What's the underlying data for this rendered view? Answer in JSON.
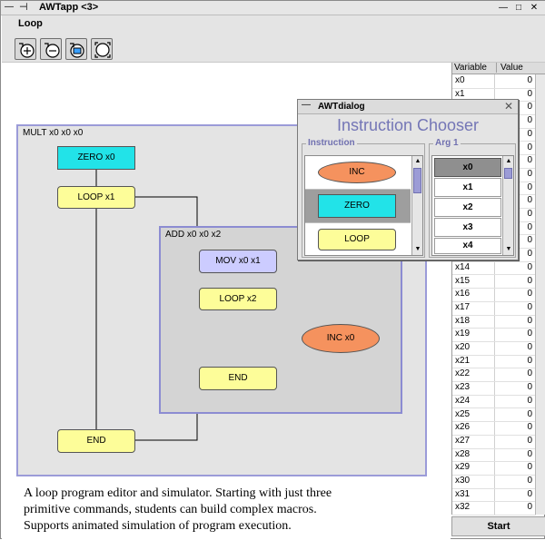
{
  "window": {
    "title": "AWTapp <3>",
    "menu_label": "Loop"
  },
  "toolbar": {
    "tools": [
      {
        "icon": "add-node-icon"
      },
      {
        "icon": "remove-node-icon"
      },
      {
        "icon": "edit-node-icon"
      },
      {
        "icon": "select-all-icon"
      }
    ]
  },
  "program": {
    "outer_block_label": "MULT x0 x0 x0",
    "inner_block_label": "ADD x0 x0 x2",
    "nodes": {
      "zero": "ZERO x0",
      "loop_outer": "LOOP x1",
      "end_outer": "END",
      "mov": "MOV x0 x1",
      "loop_inner": "LOOP x2",
      "inc": "INC x0",
      "end_inner": "END"
    },
    "colors": {
      "zero": "#22e3e8",
      "loop": "#fdfd99",
      "mov": "#ccccff",
      "inc": "#f5925e",
      "outer_block": "#e4e4e4",
      "inner_block": "#d4d4d4",
      "block_border": "#9b9bd8"
    }
  },
  "caption": {
    "line1": "A loop program editor and simulator. Starting with just three",
    "line2": "primitive commands, students can build complex macros.",
    "line3": "Supports animated simulation of program execution."
  },
  "variables": {
    "headers": {
      "name": "Variable",
      "value": "Value"
    },
    "rows": [
      {
        "name": "x0",
        "value": "0"
      },
      {
        "name": "x1",
        "value": "0"
      },
      {
        "name": "",
        "value": "0"
      },
      {
        "name": "",
        "value": "0"
      },
      {
        "name": "",
        "value": "0"
      },
      {
        "name": "",
        "value": "0"
      },
      {
        "name": "",
        "value": "0"
      },
      {
        "name": "",
        "value": "0"
      },
      {
        "name": "",
        "value": "0"
      },
      {
        "name": "",
        "value": "0"
      },
      {
        "name": "",
        "value": "0"
      },
      {
        "name": "",
        "value": "0"
      },
      {
        "name": "",
        "value": "0"
      },
      {
        "name": "",
        "value": "0"
      },
      {
        "name": "x14",
        "value": "0"
      },
      {
        "name": "x15",
        "value": "0"
      },
      {
        "name": "x16",
        "value": "0"
      },
      {
        "name": "x17",
        "value": "0"
      },
      {
        "name": "x18",
        "value": "0"
      },
      {
        "name": "x19",
        "value": "0"
      },
      {
        "name": "x20",
        "value": "0"
      },
      {
        "name": "x21",
        "value": "0"
      },
      {
        "name": "x22",
        "value": "0"
      },
      {
        "name": "x23",
        "value": "0"
      },
      {
        "name": "x24",
        "value": "0"
      },
      {
        "name": "x25",
        "value": "0"
      },
      {
        "name": "x26",
        "value": "0"
      },
      {
        "name": "x27",
        "value": "0"
      },
      {
        "name": "x28",
        "value": "0"
      },
      {
        "name": "x29",
        "value": "0"
      },
      {
        "name": "x30",
        "value": "0"
      },
      {
        "name": "x31",
        "value": "0"
      },
      {
        "name": "x32",
        "value": "0"
      }
    ],
    "start_label": "Start"
  },
  "dialog": {
    "title": "AWTdialog",
    "heading": "Instruction Chooser",
    "instruction_group_label": "Instruction",
    "arg_group_label": "Arg 1",
    "instructions": [
      {
        "label": "INC",
        "selected": false
      },
      {
        "label": "ZERO",
        "selected": true
      },
      {
        "label": "LOOP",
        "selected": false
      }
    ],
    "args": [
      {
        "label": "x0",
        "selected": true
      },
      {
        "label": "x1",
        "selected": false
      },
      {
        "label": "x2",
        "selected": false
      },
      {
        "label": "x3",
        "selected": false
      },
      {
        "label": "x4",
        "selected": false
      }
    ]
  }
}
